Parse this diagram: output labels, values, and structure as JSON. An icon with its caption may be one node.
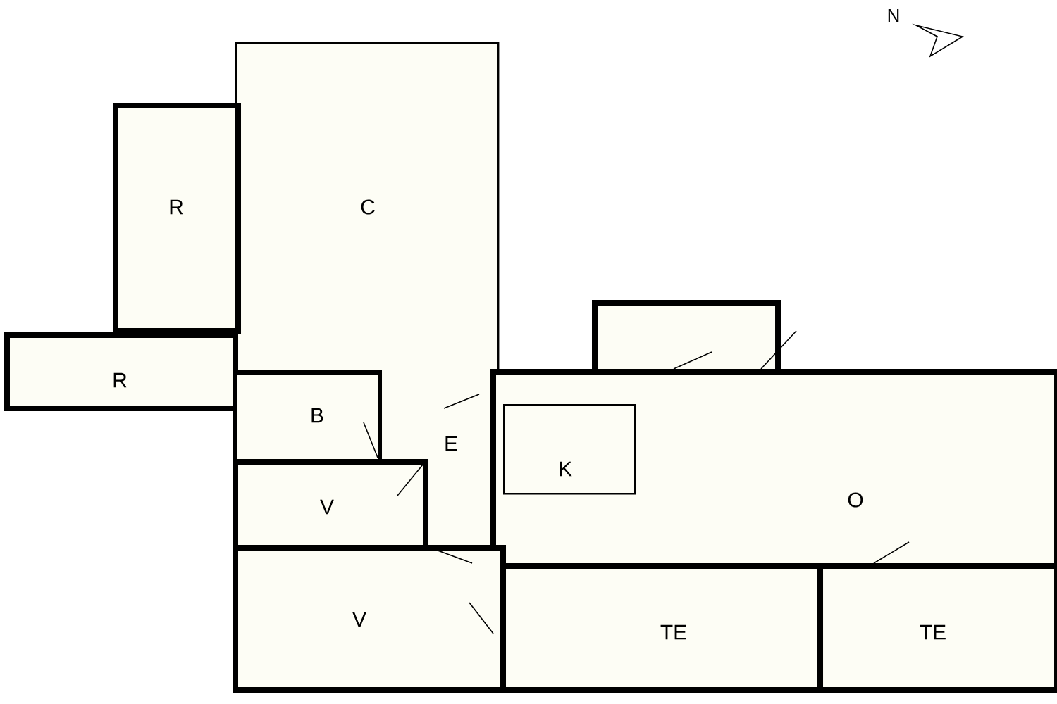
{
  "diagram": {
    "nodes": [
      {
        "text": [
          "R"
        ]
      },
      {
        "text": [
          "C"
        ]
      },
      {
        "text": [],
        "shape": "box"
      },
      {
        "text": [
          "R"
        ]
      },
      {
        "text": [
          "B"
        ]
      },
      {
        "text": [
          "E"
        ]
      },
      {
        "text": [
          "O"
        ]
      },
      {
        "text": [
          "K"
        ],
        "in": 6
      },
      {
        "text": [
          "V"
        ]
      },
      {
        "text": [
          "V"
        ]
      },
      {
        "text": [
          "TE"
        ]
      },
      {
        "text": [
          "TE"
        ]
      }
    ],
    "labels": [
      "N"
    ]
  }
}
